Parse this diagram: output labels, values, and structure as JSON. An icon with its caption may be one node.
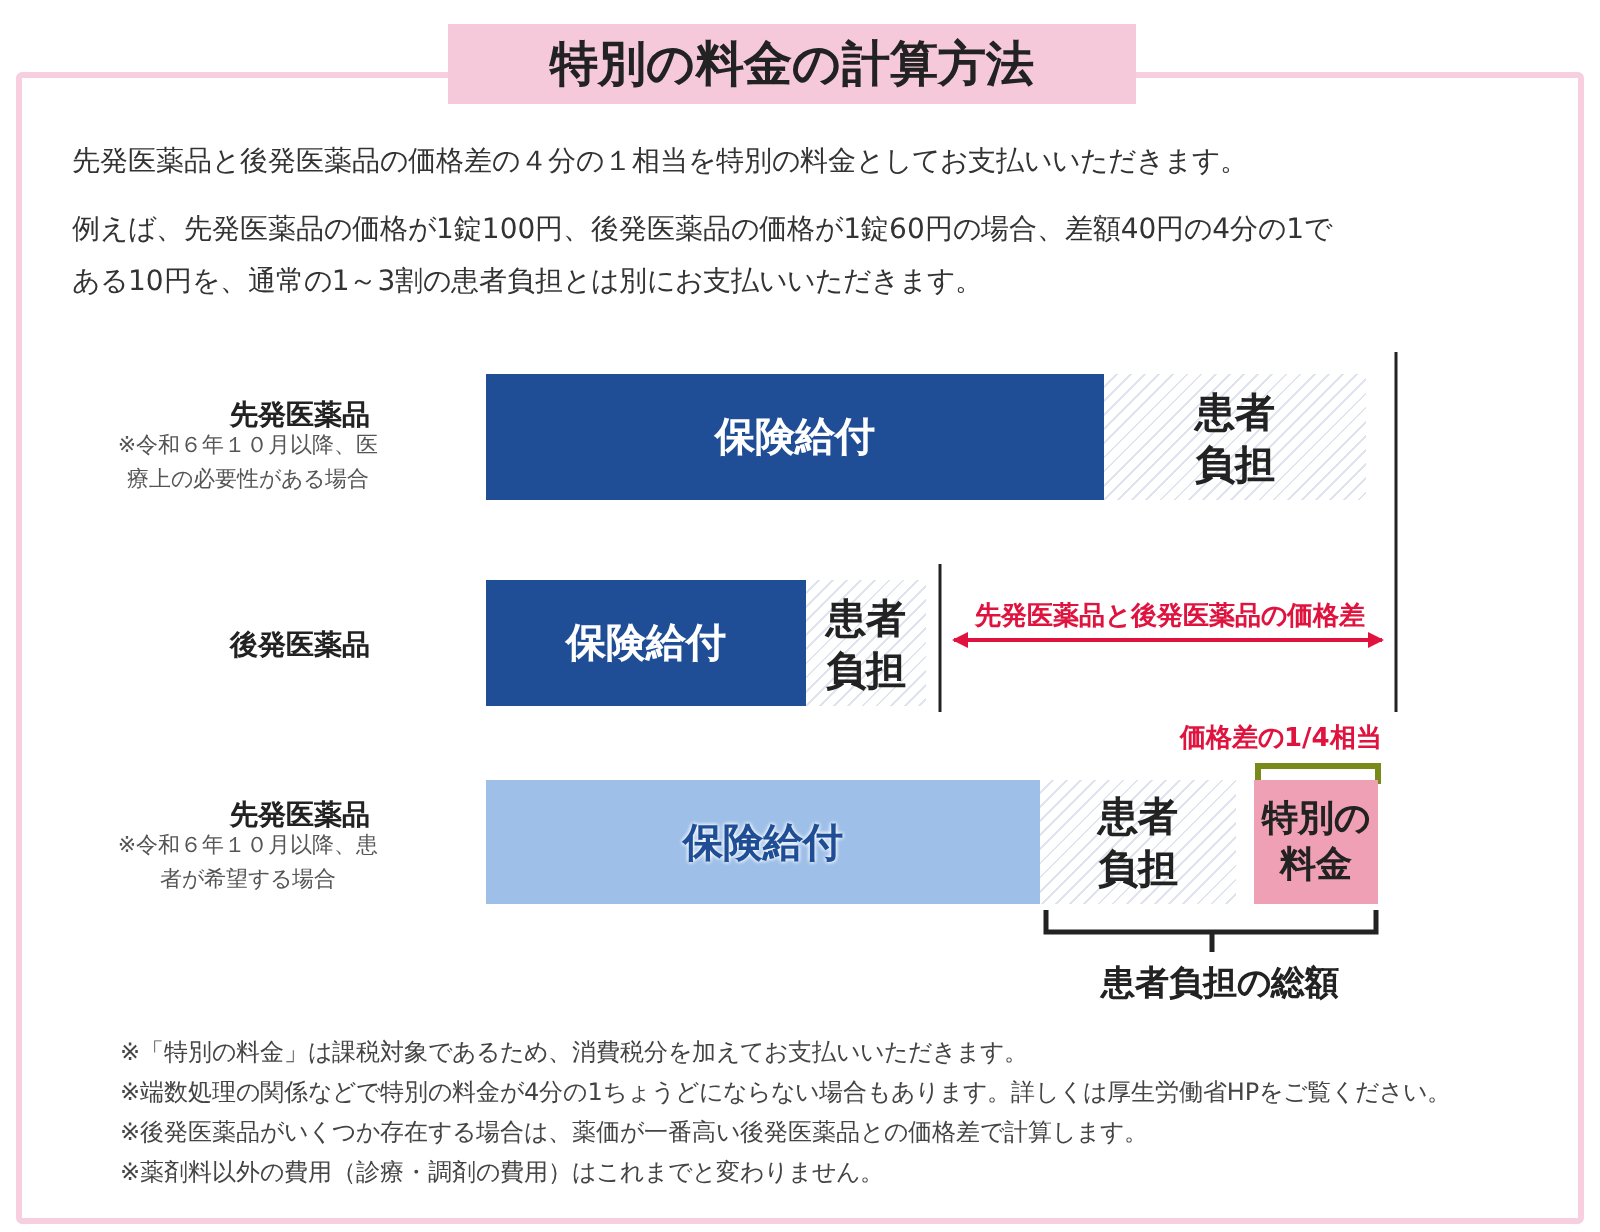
{
  "diagram": {
    "title": "特別の料金の計算方法",
    "nodes": [
      {
        "text": [
          "保険給付"
        ]
      },
      {
        "text": [
          "患者負担"
        ]
      },
      {
        "text": [
          "保険給付"
        ]
      },
      {
        "text": [
          "患者負担"
        ]
      },
      {
        "text": [
          "保険給付"
        ]
      },
      {
        "text": [
          "患者負担"
        ]
      },
      {
        "text": [
          "特別の料金"
        ]
      }
    ],
    "labels": [
      "先発医薬品と後発医薬品の価格差の４分の１相当を特別の料金としてお支払いいただきます。",
      "例えば、先発医薬品の価格が1錠100円、後発医薬品の価格が1錠60円の場合、差額40円の4分の1である10円を、通常の1～3割の患者負担とは別にお支払いいただきます。",
      "先発医薬品",
      "※令和６年１０月以降、医療上の必要性がある場合",
      "後発医薬品",
      "先発医薬品と後発医薬品の価格差",
      "価格差の1/4相当",
      "先発医薬品",
      "※令和６年１０月以降、患者が希望する場合",
      "患者負担の総額",
      "※「特別の料金」は課税対象であるため、消費税分を加えてお支払いいただきます。",
      "※端数処理の関係などで特別の料金が4分の1ちょうどにならない場合もあります。詳しくは厚生労働省HPをご覧ください。",
      "※後発医薬品がいくつか存在する場合は、薬価が一番高い後発医薬品との価格差で計算します。",
      "※薬剤料以外の費用（診療・調剤の費用）はこれまでと変わりません。"
    ]
  }
}
